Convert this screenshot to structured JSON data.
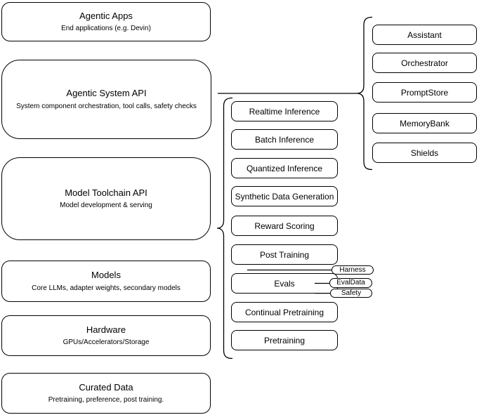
{
  "diagram_title": "Agentic system stack diagram",
  "colors": {
    "background": "#ffffff",
    "stroke": "#000000",
    "text": "#000000"
  },
  "left_stack": {
    "items": [
      {
        "title": "Agentic Apps",
        "subtitle": "End applications (e.g. Devin)"
      },
      {
        "title": "Agentic System API",
        "subtitle": "System component orchestration, tool calls, safety checks"
      },
      {
        "title": "Model Toolchain API",
        "subtitle": "Model development & serving"
      },
      {
        "title": "Models",
        "subtitle": "Core LLMs, adapter weights, secondary models"
      },
      {
        "title": "Hardware",
        "subtitle": "GPUs/Accelerators/Storage"
      },
      {
        "title": "Curated Data",
        "subtitle": "Pretraining, preference, post training."
      }
    ]
  },
  "toolchain_services": {
    "items": [
      "Realtime Inference",
      "Batch Inference",
      "Quantized Inference",
      "Synthetic Data Generation",
      "Reward Scoring",
      "Post Training",
      "Evals",
      "Continual Pretraining",
      "Pretraining"
    ]
  },
  "evals_tags": {
    "items": [
      "Harness",
      "EvalData",
      "Safety"
    ]
  },
  "system_components": {
    "items": [
      "Assistant",
      "Orchestrator",
      "PromptStore",
      "MemoryBank",
      "Shields"
    ]
  }
}
